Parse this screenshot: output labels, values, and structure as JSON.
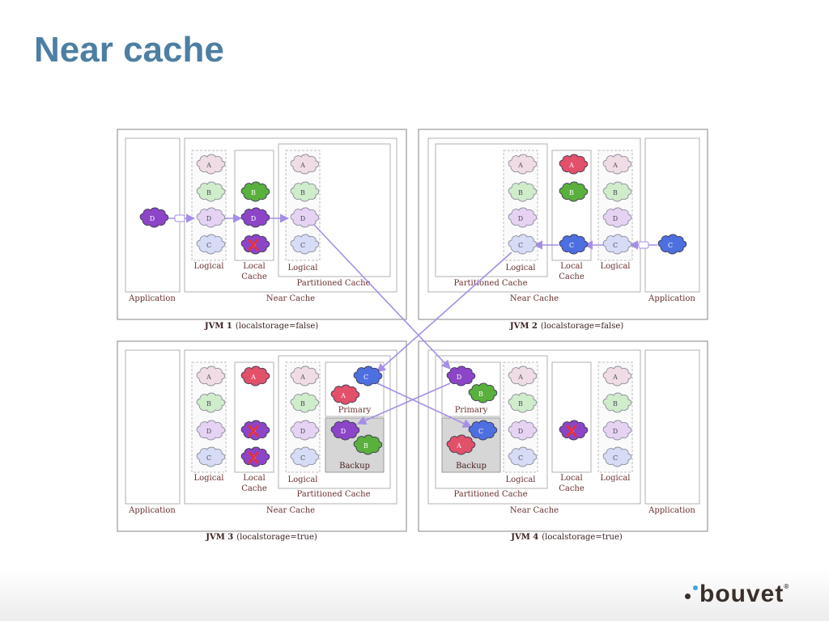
{
  "slide": {
    "title": "Near cache"
  },
  "logo": {
    "text": "bouvet",
    "mark": "®"
  },
  "labels": {
    "application": "Application",
    "near_cache": "Near Cache",
    "partitioned_cache": "Partitioned Cache",
    "logical": "Logical",
    "local": "Local",
    "cache": "Cache",
    "primary": "Primary",
    "backup": "Backup"
  },
  "jvms": [
    {
      "name": "JVM 1",
      "param": "(localstorage=false)"
    },
    {
      "name": "JVM 2",
      "param": "(localstorage=false)"
    },
    {
      "name": "JVM 3",
      "param": "(localstorage=true)"
    },
    {
      "name": "JVM 4",
      "param": "(localstorage=true)"
    }
  ],
  "keys": [
    "A",
    "B",
    "C",
    "D"
  ],
  "colors": {
    "A_pale": "#f0dce4",
    "B_pale": "#cfeccb",
    "C_pale": "#d6dcf6",
    "D_pale": "#e6d3f4",
    "A_solid": "#e2506a",
    "B_solid": "#5ab03d",
    "C_solid": "#4e6fe0",
    "D_solid": "#8d45c8",
    "arrow": "#a58ee6",
    "title": "#4d7fa3",
    "shaded": "#d6d6d6"
  }
}
